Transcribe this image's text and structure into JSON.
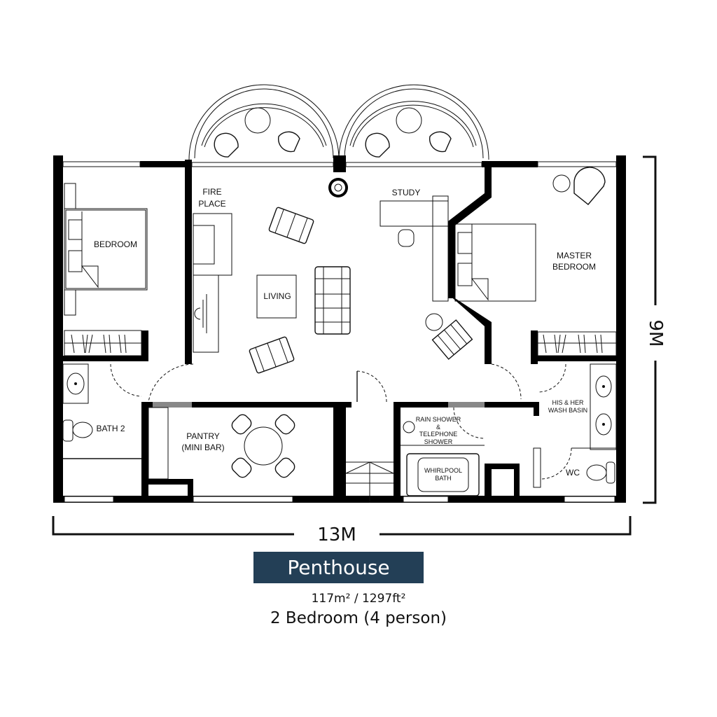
{
  "plan": {
    "title": "Penthouse",
    "area_m2": "117m²",
    "area_sep": " / ",
    "area_ft2": "1297ft²",
    "bedrooms": "2 Bedroom (4 person)",
    "title_bg_color": "#233f56"
  },
  "dimensions": {
    "width": "13M",
    "depth": "9M"
  },
  "rooms": {
    "bedroom": "BEDROOM",
    "fireplace_line1": "FIRE",
    "fireplace_line2": "PLACE",
    "living": "LIVING",
    "study": "STUDY",
    "master_line1": "MASTER",
    "master_line2": "BEDROOM",
    "bath2": "BATH 2",
    "pantry_line1": "PANTRY",
    "pantry_line2": "(MINI BAR)",
    "shower_line1": "RAIN SHOWER",
    "shower_line2": "&",
    "shower_line3": "TELEPHONE",
    "shower_line4": "SHOWER",
    "whirlpool_line1": "WHIRLPOOL",
    "whirlpool_line2": "BATH",
    "basin_line1": "HIS & HER",
    "basin_line2": "WASH BASIN",
    "wc": "WC"
  }
}
